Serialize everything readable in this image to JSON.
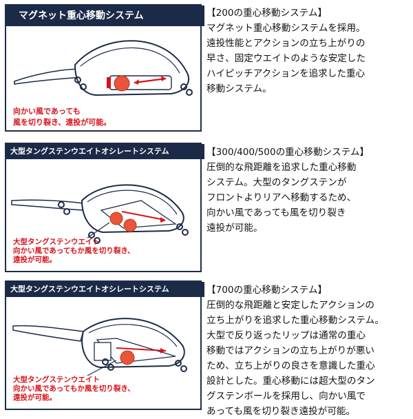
{
  "panels": [
    {
      "header": "マグネット重心移動システム",
      "caption": [
        "向かい風であっても",
        "風を切り裂き、遠投が可能。"
      ]
    },
    {
      "header": "大型タングステンウエイトオシレートシステム",
      "caption": [
        "大型タングステンウエイト",
        "向かい風であってもか風を切り裂き、",
        "遠投が可能。"
      ]
    },
    {
      "header": "大型タングステンウエイトオシレートシステム",
      "caption": [
        "大型タングステンウエイト",
        "向かい風であってもか風を切り裂き、",
        "遠投が可能。"
      ]
    }
  ],
  "descriptions": [
    {
      "title": "【200の重心移動システム】",
      "lines": [
        "マグネット重心移動システムを採用。",
        "遠投性能とアクションの立ち上がりの",
        "早さ、固定ウエイトのような安定した",
        "ハイピッチアクションを追求した重心",
        "移動システム。"
      ]
    },
    {
      "title": "【300/400/500の重心移動システム】",
      "lines": [
        "圧倒的な飛距離を追求した重心移動",
        "システム。大型のタングステンが",
        "フロントよりリアへ移動するため、",
        "向かい風であっても風を切り裂き",
        "遠投が可能。"
      ]
    },
    {
      "title": "【700の重心移動システム】",
      "lines": [
        "圧倒的な飛距離と安定したアクションの",
        "立ち上がりを追求した重心移動システム。",
        "大型で反り返ったリップは通常の重心",
        "移動ではアクションの立ち上がりが悪い",
        "ため、立ち上がりの良さを意識した重心",
        "設計とした。重心移動には超大型のタン",
        "グステンボールを採用し、向かい風で",
        "あっても風を切り裂き遠投が可能。"
      ]
    }
  ],
  "colors": {
    "navy": "#1b2a47",
    "red": "#d8121a",
    "weight": "#e8553a"
  }
}
